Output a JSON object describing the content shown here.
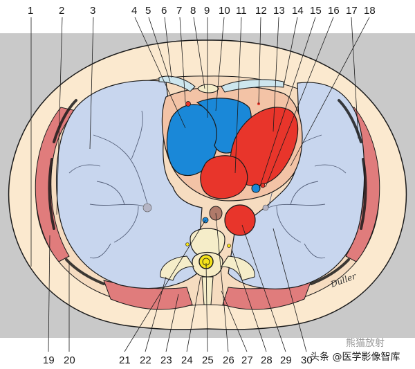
{
  "diagram": {
    "top_labels": [
      "1",
      "2",
      "3",
      "4",
      "5",
      "6",
      "7",
      "8",
      "9",
      "10",
      "11",
      "12",
      "13",
      "14",
      "15",
      "16",
      "17",
      "18"
    ],
    "bottom_labels": [
      "19",
      "20",
      "21",
      "22",
      "23",
      "24",
      "25",
      "26",
      "27",
      "28",
      "29",
      "30"
    ],
    "signature": "Düller"
  },
  "watermark": {
    "line1": "熊猫放射",
    "line2": "头条 @医学影像智库"
  },
  "colors": {
    "background_band": "#c9c9c9",
    "skin": "#fbe9cf",
    "lung": "#c8d6ee",
    "muscle": "#e07c7c",
    "venous": "#1a88d8",
    "arterial": "#e8352b",
    "pericardium": "#f3c3a6"
  }
}
